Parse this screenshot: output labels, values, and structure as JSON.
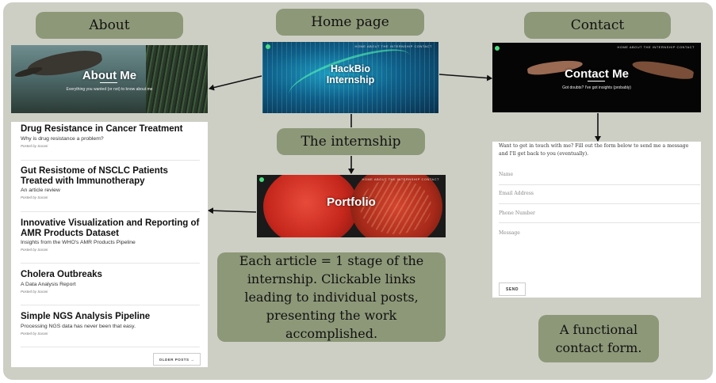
{
  "labels": {
    "about": "About",
    "home": "Home page",
    "contact": "Contact",
    "internship": "The internship",
    "articles_note": "Each article = 1 stage of the internship. Clickable links leading to individual posts, presenting the work accomplished.",
    "contact_note": "A functional contact form."
  },
  "about_shot": {
    "title": "About Me",
    "subtitle": "Everything you wanted (or not) to know about me"
  },
  "home_shot": {
    "title": "HackBio Internship",
    "nav": "HOME    ABOUT    THE INTERNSHIP    CONTACT"
  },
  "contact_shot": {
    "title": "Contact Me",
    "subtitle": "Got doubts? I've got insights (probably)",
    "nav": "HOME    ABOUT    THE INTERNSHIP    CONTACT"
  },
  "portfolio_shot": {
    "title": "Portfolio",
    "nav": "HOME    ABOUT    THE INTERNSHIP    CONTACT"
  },
  "posts": [
    {
      "title": "Drug Resistance in Cancer Treatment",
      "subtitle": "Why is drug resistance a problem?",
      "meta": "Posted by Sarani"
    },
    {
      "title": "Gut Resistome of NSCLC Patients Treated with Immunotherapy",
      "subtitle": "An article review",
      "meta": "Posted by Sarani"
    },
    {
      "title": "Innovative Visualization and Reporting of AMR Products Dataset",
      "subtitle": "Insights from the WHO's AMR Products Pipeline",
      "meta": "Posted by Sarani"
    },
    {
      "title": "Cholera Outbreaks",
      "subtitle": "A Data Analysis Report",
      "meta": "Posted by Sarani"
    },
    {
      "title": "Simple NGS Analysis Pipeline",
      "subtitle": "Processing NGS data has never been that easy.",
      "meta": "Posted by Sarani"
    }
  ],
  "older_posts": "OLDER POSTS →",
  "form": {
    "intro": "Want to get in touch with me? Fill out the form below to send me a message and I'll get back to you (eventually).",
    "name": "Name",
    "email": "Email Address",
    "phone": "Phone Number",
    "message": "Message",
    "send": "SEND"
  },
  "colors": {
    "board": "#cdcfc5",
    "pill": "#8d9878",
    "arrow": "#111111"
  }
}
